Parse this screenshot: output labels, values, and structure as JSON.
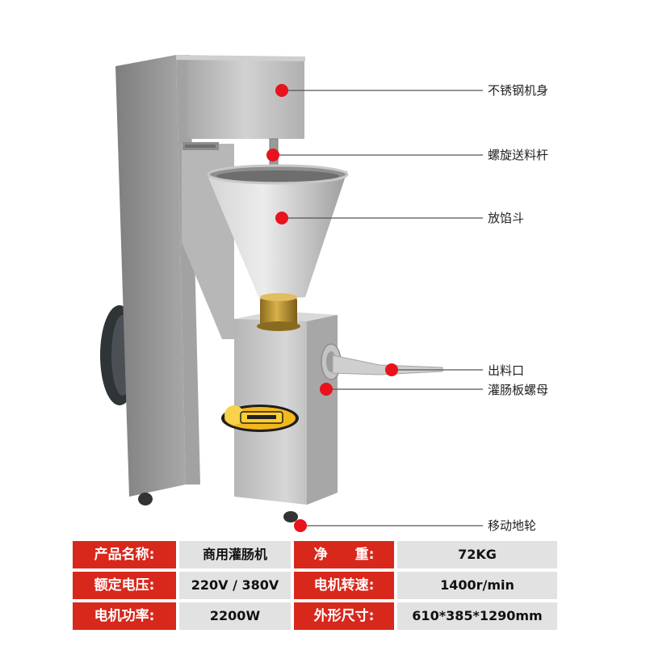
{
  "callouts": [
    {
      "label": "不锈钢机身"
    },
    {
      "label": "螺旋送料杆"
    },
    {
      "label": "放馅斗"
    },
    {
      "label": "出料口"
    },
    {
      "label": "灌肠板螺母"
    },
    {
      "label": "移动地轮"
    }
  ],
  "specs": [
    [
      {
        "label": "产品名称:",
        "value": "商用灌肠机"
      },
      {
        "label": "净　　重:",
        "value": "72KG"
      }
    ],
    [
      {
        "label": "额定电压:",
        "value": "220V / 380V"
      },
      {
        "label": "电机转速:",
        "value": "1400r/min"
      }
    ],
    [
      {
        "label": "电机功率:",
        "value": "2200W"
      },
      {
        "label": "外形尺寸:",
        "value": "610*385*1290mm"
      }
    ]
  ],
  "colors": {
    "accent_red": "#d8281c",
    "cell_grey": "#e2e2e2",
    "steel": "#b9b9b9"
  }
}
